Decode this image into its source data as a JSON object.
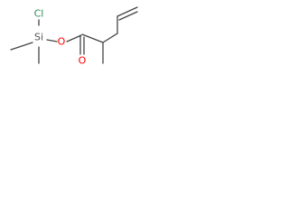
{
  "molecule": {
    "atoms": [
      {
        "id": "cl",
        "symbol": "Cl",
        "color": "#2e8b57"
      },
      {
        "id": "si",
        "symbol": "Si",
        "color": "#555555"
      },
      {
        "id": "o_ester",
        "symbol": "O",
        "color": "#ff0000"
      },
      {
        "id": "o_carbonyl",
        "symbol": "O",
        "color": "#ff0000"
      }
    ],
    "bond_color": "#444444"
  }
}
